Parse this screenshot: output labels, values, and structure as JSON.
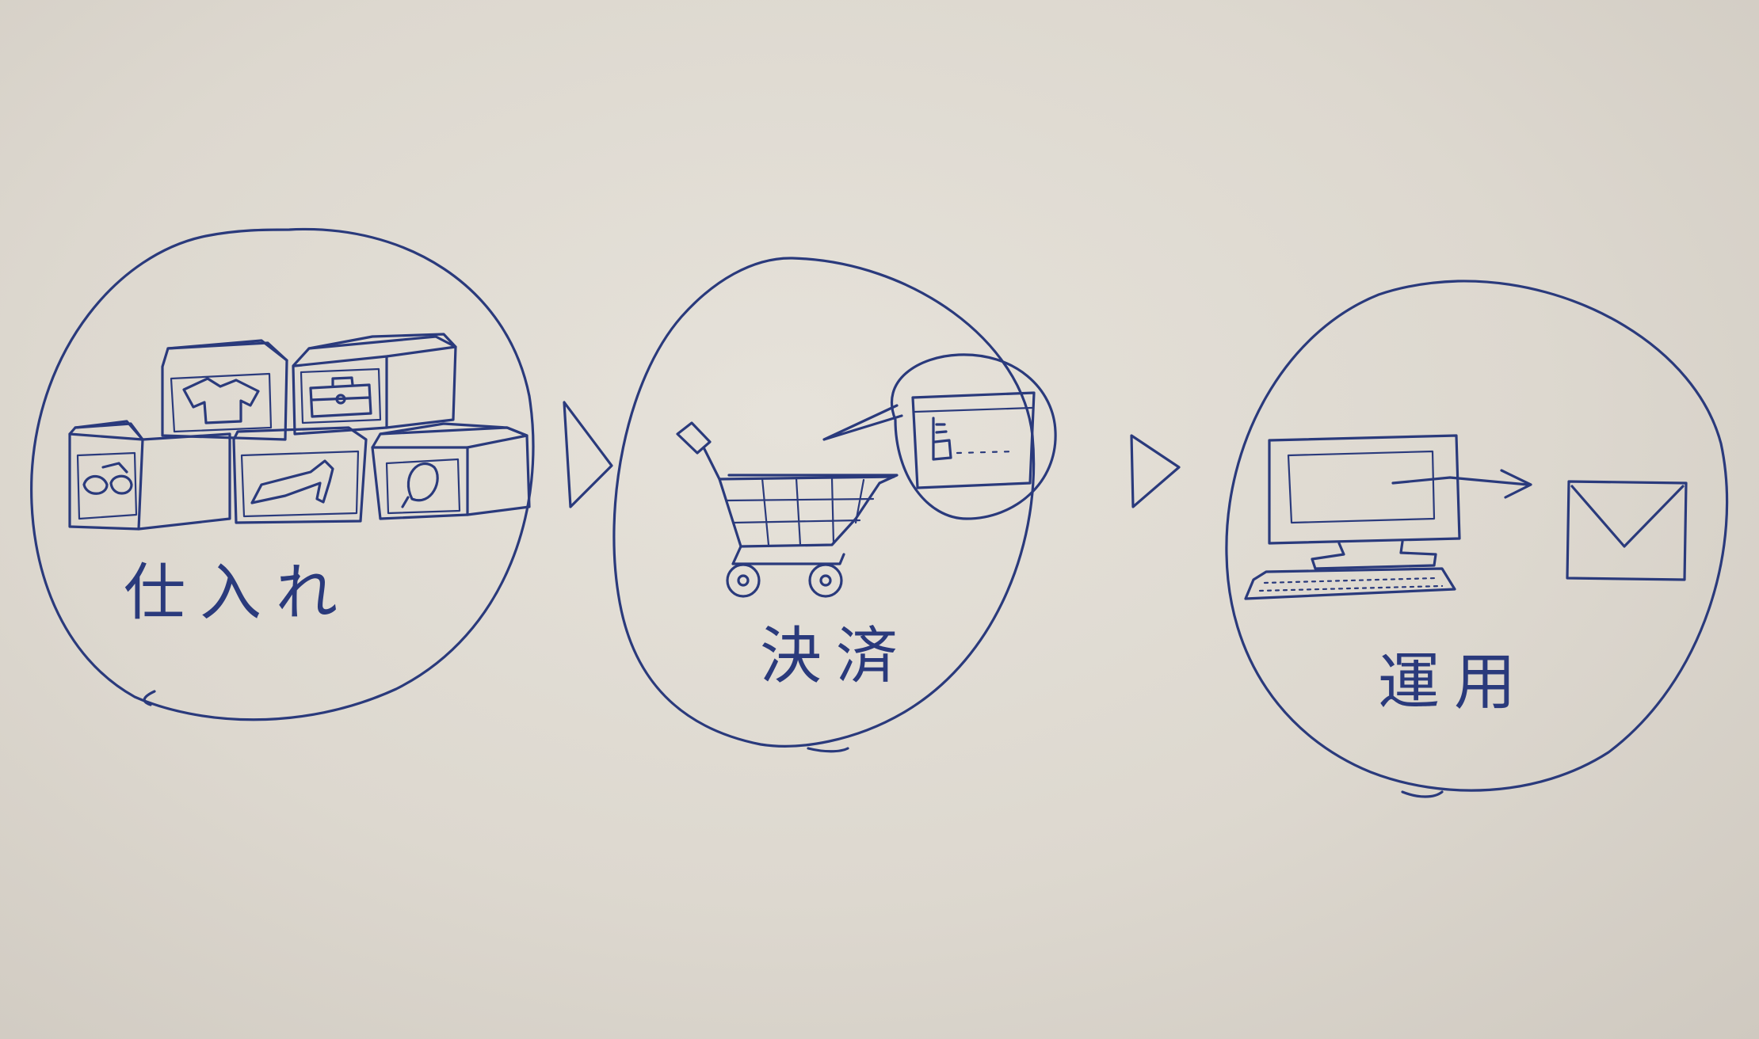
{
  "ink_color": "#2a3a7c",
  "paper_color": "#e2ded6",
  "steps": [
    {
      "label": "仕入れ",
      "icon": "product-boxes-icon"
    },
    {
      "label": "決済",
      "icon": "shopping-cart-icon"
    },
    {
      "label": "運用",
      "icon": "computer-email-icon"
    }
  ],
  "connector_icon": "triangle-arrow-icon"
}
